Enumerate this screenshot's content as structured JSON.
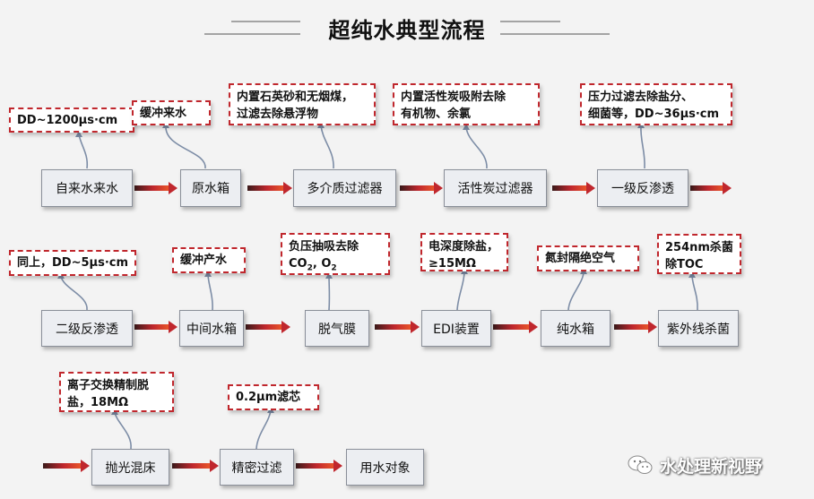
{
  "title": "超纯水典型流程",
  "process_boxes": {
    "b1": "自来水来水",
    "b2": "原水箱",
    "b3": "多介质过滤器",
    "b4": "活性炭过滤器",
    "b5": "一级反渗透",
    "b6": "二级反渗透",
    "b7": "中间水箱",
    "b8": "脱气膜",
    "b9": "EDI装置",
    "b10": "纯水箱",
    "b11": "紫外线杀菌",
    "b12": "抛光混床",
    "b13": "精密过滤",
    "b14": "用水对象"
  },
  "notes": {
    "n1": "DD~1200μs·cm",
    "n2": "缓冲来水",
    "n3_l1": "内置石英砂和无烟煤，",
    "n3_l2": "过滤去除悬浮物",
    "n4_l1": "内置活性炭吸附去除",
    "n4_l2": "有机物、余氯",
    "n5_l1": "压力过滤去除盐分、",
    "n5_l2": "细菌等，DD~36μs·cm",
    "n6": "同上，DD~5μs·cm",
    "n7": "缓冲产水",
    "n8_l1": "负压抽吸去除",
    "n8_co": "CO",
    "n8_sub2": "2",
    "n8_sep": ", O",
    "n8_sub2b": "2",
    "n9_l1": "电深度除盐，",
    "n9_l2": "≥15MΩ",
    "n10": "氮封隔绝空气",
    "n11_l1": "254nm杀菌",
    "n11_l2": "除TOC",
    "n12_l1": "离子交换精制脱",
    "n12_l2": "盐，18MΩ",
    "n13": "0.2μm滤芯"
  },
  "watermark": "水处理新视野",
  "colors": {
    "arrow": "#c0272d",
    "note_border": "#c0272d",
    "box_fill": "#eceef2",
    "connector": "#7d8da6"
  }
}
